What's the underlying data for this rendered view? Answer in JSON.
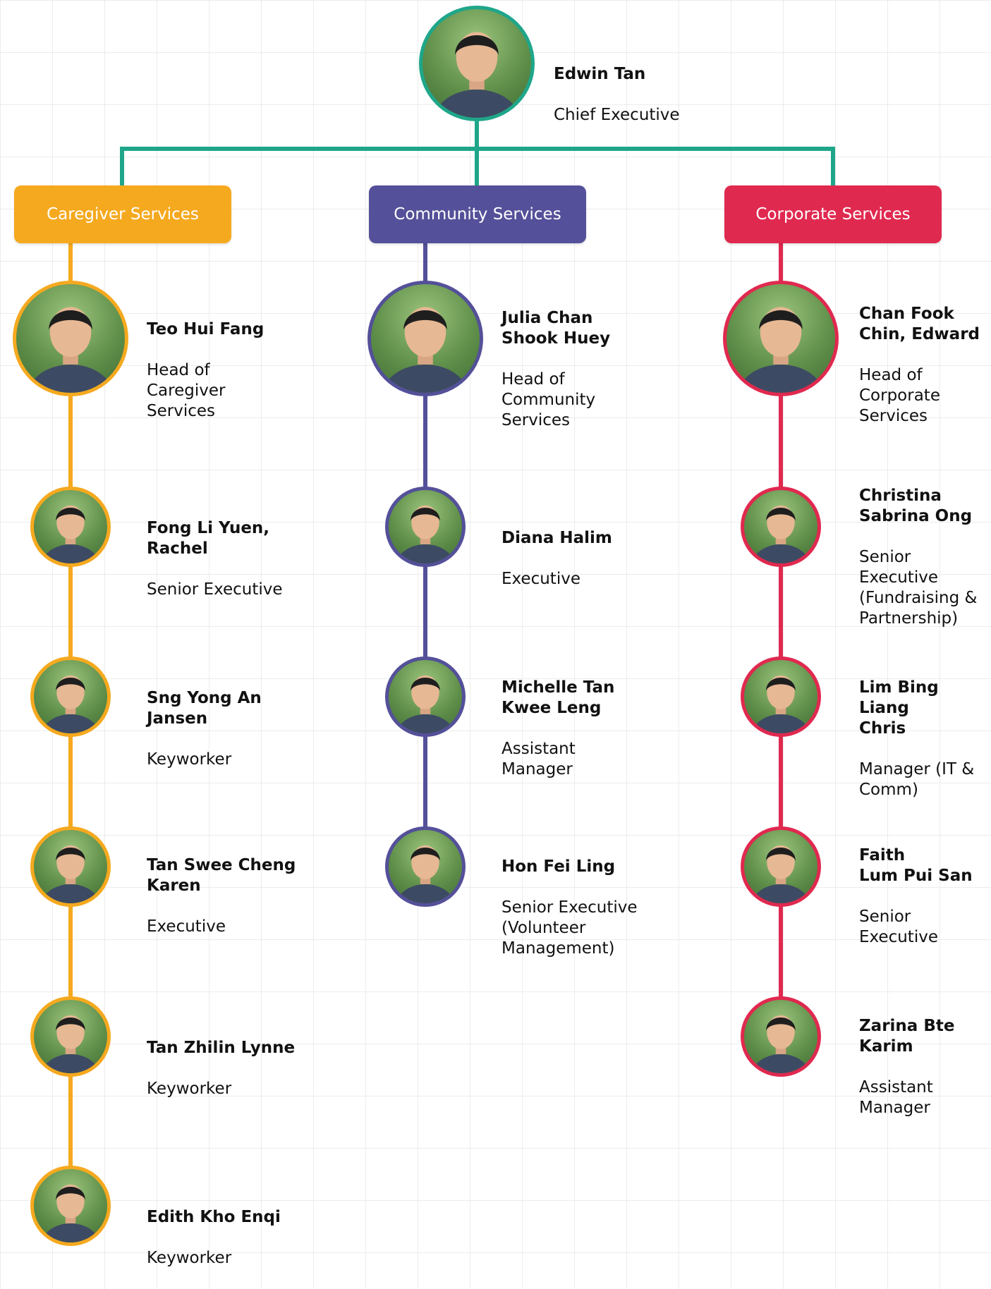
{
  "colors": {
    "ceo": "#1fa68a",
    "caregiver": "#f5a91f",
    "community": "#545099",
    "corporate": "#e0294f"
  },
  "ceo": {
    "name": "Edwin Tan",
    "role": "Chief Executive"
  },
  "departments": [
    {
      "label": "Caregiver Services",
      "members": [
        {
          "name": "Teo Hui Fang",
          "role": "Head of\nCaregiver\nServices"
        },
        {
          "name": "Fong Li Yuen,\nRachel",
          "role": "Senior Executive"
        },
        {
          "name": "Sng Yong An\nJansen",
          "role": "Keyworker"
        },
        {
          "name": "Tan Swee Cheng\nKaren",
          "role": "Executive"
        },
        {
          "name": "Tan Zhilin Lynne",
          "role": "Keyworker"
        },
        {
          "name": "Edith Kho Enqi",
          "role": "Keyworker"
        }
      ]
    },
    {
      "label": "Community Services",
      "members": [
        {
          "name": "Julia Chan\nShook Huey",
          "role": "Head of\nCommunity\nServices"
        },
        {
          "name": "Diana Halim",
          "role": "Executive"
        },
        {
          "name": "Michelle Tan\nKwee Leng",
          "role": "Assistant\nManager"
        },
        {
          "name": "Hon Fei Ling",
          "role": "Senior Executive\n(Volunteer\nManagement)"
        }
      ]
    },
    {
      "label": "Corporate Services",
      "members": [
        {
          "name": "Chan Fook\nChin, Edward",
          "role": "Head of\nCorporate\nServices"
        },
        {
          "name": "Christina\nSabrina Ong",
          "role": "Senior\nExecutive\n(Fundraising &\nPartnership)"
        },
        {
          "name": "Lim Bing Liang\nChris",
          "role": "Manager (IT &\nComm)"
        },
        {
          "name": "Faith\nLum Pui San",
          "role": "Senior\nExecutive"
        },
        {
          "name": "Zarina Bte\nKarim",
          "role": "Assistant\nManager"
        }
      ]
    }
  ]
}
